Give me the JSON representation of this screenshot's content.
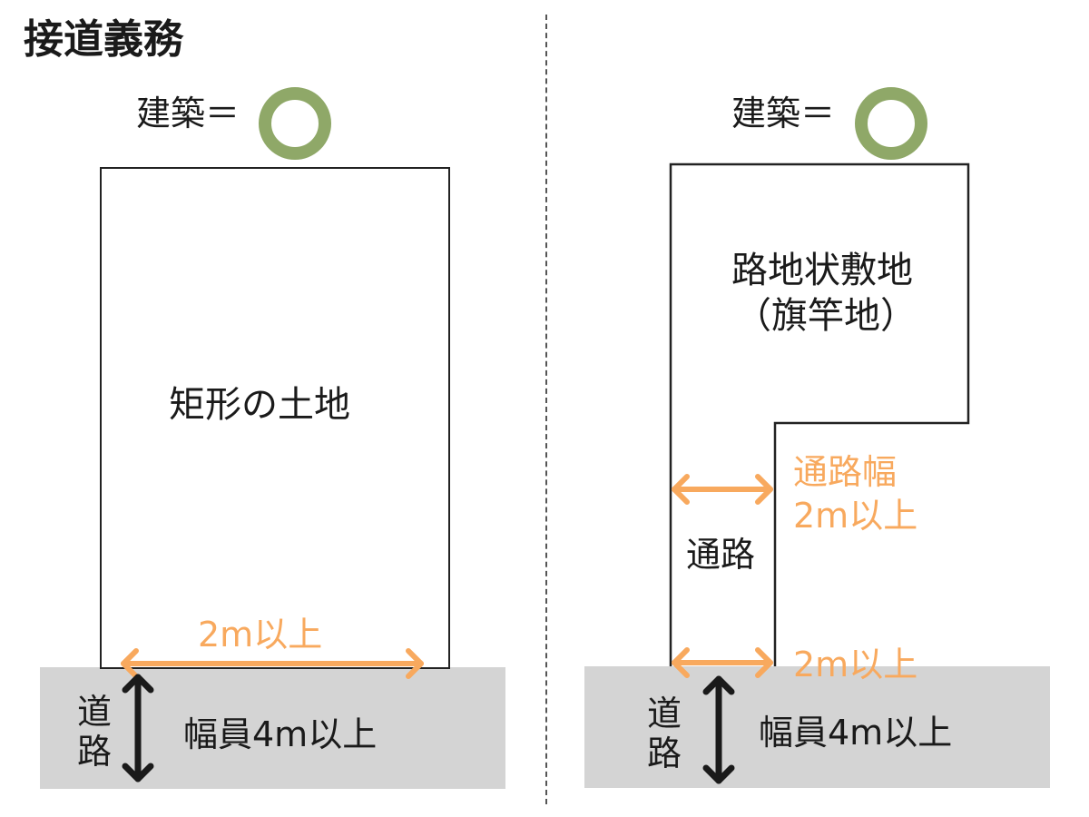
{
  "title": "接道義務",
  "left": {
    "verdict": "建築＝",
    "lot_label": "矩形の土地",
    "frontage": "2m以上",
    "road_label": "道路",
    "road_width": "幅員4m以上"
  },
  "right": {
    "verdict": "建築＝",
    "lot_label_1": "路地状敷地",
    "lot_label_2": "（旗竿地）",
    "passage_label": "通路",
    "passage_width_1": "通路幅",
    "passage_width_2": "2m以上",
    "frontage": "2m以上",
    "road_label": "道路",
    "road_width": "幅員4m以上"
  },
  "colors": {
    "ok_circle": "#8fa868",
    "dimension": "#f8a95e",
    "road": "#d4d4d4",
    "road_arrow": "#1a1a1a"
  }
}
